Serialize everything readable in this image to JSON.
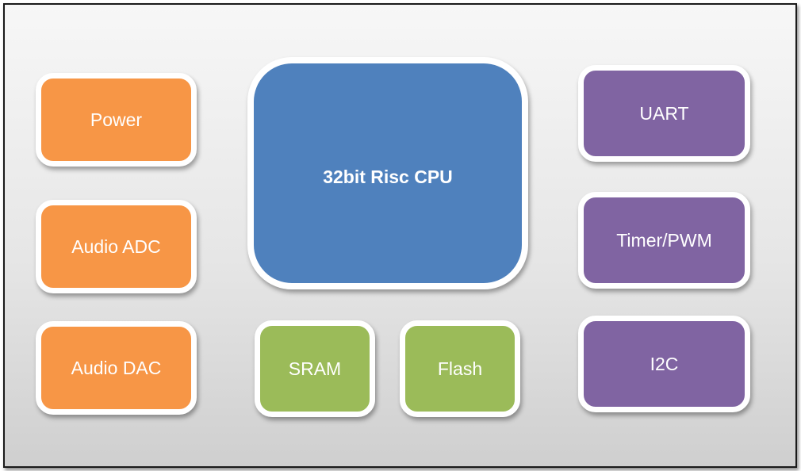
{
  "diagram": {
    "blocks": {
      "power": {
        "label": "Power",
        "color": "#f79646"
      },
      "audio_adc": {
        "label": "Audio ADC",
        "color": "#f79646"
      },
      "audio_dac": {
        "label": "Audio DAC",
        "color": "#f79646"
      },
      "cpu": {
        "label": "32bit Risc CPU",
        "color": "#4f81bd"
      },
      "sram": {
        "label": "SRAM",
        "color": "#9bbb59"
      },
      "flash": {
        "label": "Flash",
        "color": "#9bbb59"
      },
      "uart": {
        "label": "UART",
        "color": "#8064a2"
      },
      "timer_pwm": {
        "label": "Timer/PWM",
        "color": "#8064a2"
      },
      "i2c": {
        "label": "I2C",
        "color": "#8064a2"
      }
    }
  }
}
